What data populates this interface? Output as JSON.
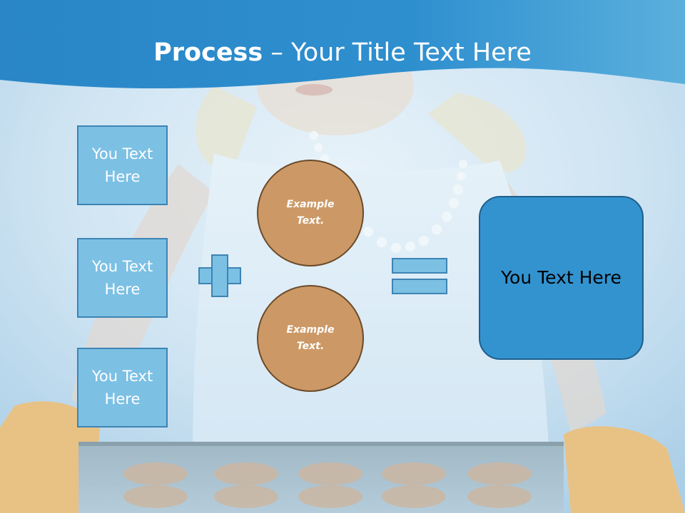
{
  "slide": {
    "title_bold": "Process",
    "title_rest": " – Your Title Text Here",
    "left_boxes": [
      {
        "label": "You Text Here"
      },
      {
        "label": "You Text Here"
      },
      {
        "label": "You Text Here"
      }
    ],
    "circles": [
      {
        "label": "Example Text."
      },
      {
        "label": "Example Text."
      }
    ],
    "result_label": "You Text Here"
  },
  "colors": {
    "header_blue": "#2c8ccc",
    "box_fill": "#7cc0e4",
    "box_border": "#3d84b4",
    "circle_fill": "#cc9966",
    "circle_border": "#6b4a2a",
    "result_fill": "#3393cf"
  },
  "icons": {
    "plus": "plus-icon",
    "equals": "equals-icon"
  }
}
